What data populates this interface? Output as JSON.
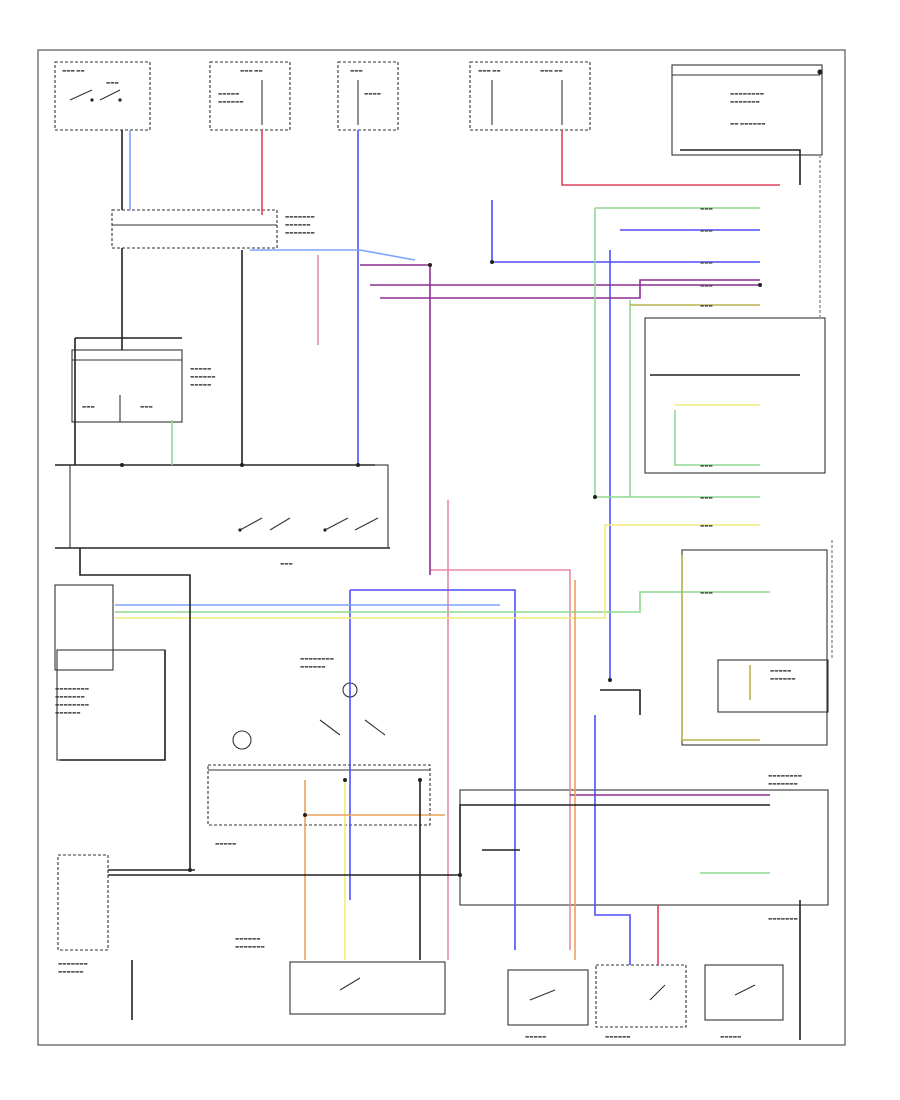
{
  "diagram": {
    "type": "automotive wiring schematic",
    "wire_colors": {
      "black": "#222222",
      "red": "#e0415d",
      "pink": "#e98aa3",
      "blue": "#4d4dff",
      "light_blue": "#7fa4ff",
      "purple": "#8a2f8f",
      "green": "#8fd98f",
      "yellow": "#f1ea7d",
      "orange": "#e8a35a",
      "olive": "#b9b24a",
      "grey": "#9a9a9a"
    },
    "components": [
      {
        "name": "fuse-box-top-left"
      },
      {
        "name": "fuse-box-top-center"
      },
      {
        "name": "fuse-box-top-mid"
      },
      {
        "name": "fuse-box-top-right-a"
      },
      {
        "name": "fuse-box-top-right-b"
      },
      {
        "name": "ac-compressor-relay"
      },
      {
        "name": "under-dash-fuse-relay-box"
      },
      {
        "name": "fan-control-unit"
      },
      {
        "name": "climate-control-unit"
      },
      {
        "name": "ac-switch"
      },
      {
        "name": "condenser-fan-motor"
      },
      {
        "name": "radiator-fan-motor"
      },
      {
        "name": "compressor-clutch"
      },
      {
        "name": "pressure-switch"
      },
      {
        "name": "engine-control-module"
      }
    ]
  }
}
